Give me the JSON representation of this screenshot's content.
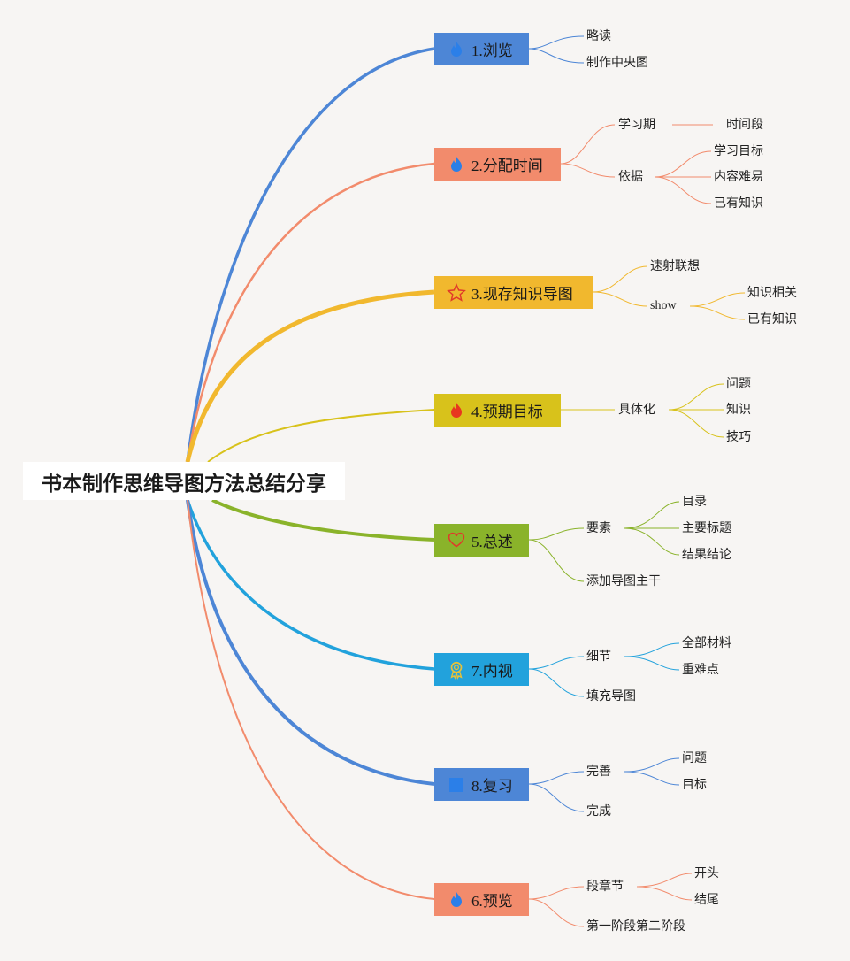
{
  "root": "书本制作思维导图方法总结分享",
  "branches": [
    {
      "label": "1.浏览",
      "icon": "flame-icon",
      "color": "#4d86d6"
    },
    {
      "label": "2.分配时间",
      "icon": "flame-icon",
      "color": "#f28b6c"
    },
    {
      "label": "3.现存知识导图",
      "icon": "star-icon",
      "color": "#f1b82e"
    },
    {
      "label": "4.预期目标",
      "icon": "flame-icon",
      "color": "#d8c21b"
    },
    {
      "label": "5.总述",
      "icon": "heart-icon",
      "color": "#8ab32a"
    },
    {
      "label": "7.内视",
      "icon": "medal-icon",
      "color": "#22a2dc"
    },
    {
      "label": "8.复习",
      "icon": "square-icon",
      "color": "#4d86d6"
    },
    {
      "label": "6.预览",
      "icon": "flame-icon",
      "color": "#f28b6c"
    }
  ],
  "leaves": {
    "b1": [
      "略读",
      "制作中央图"
    ],
    "b2": {
      "xuexiqi": "学习期",
      "shijianduan": "时间段",
      "yiju": "依据",
      "yiju_children": [
        "学习目标",
        "内容难易",
        "已有知识"
      ]
    },
    "b3": {
      "sushe": "速射联想",
      "show": "show",
      "show_children": [
        "知识相关",
        "已有知识"
      ]
    },
    "b4": {
      "jutihua": "具体化",
      "children": [
        "问题",
        "知识",
        "技巧"
      ]
    },
    "b5": {
      "yaosu": "要素",
      "yaosu_children": [
        "目录",
        "主要标题",
        "结果结论"
      ],
      "tianjia": "添加导图主干"
    },
    "b7": {
      "xijie": "细节",
      "xijie_children": [
        "全部材料",
        "重难点"
      ],
      "tianchong": "填充导图"
    },
    "b8": {
      "wanshan": "完善",
      "wanshan_children": [
        "问题",
        "目标"
      ],
      "wancheng": "完成"
    },
    "b6": {
      "duanzhangjie": "段章节",
      "duan_children": [
        "开头",
        "结尾"
      ],
      "jieduan": "第一阶段第二阶段"
    }
  }
}
